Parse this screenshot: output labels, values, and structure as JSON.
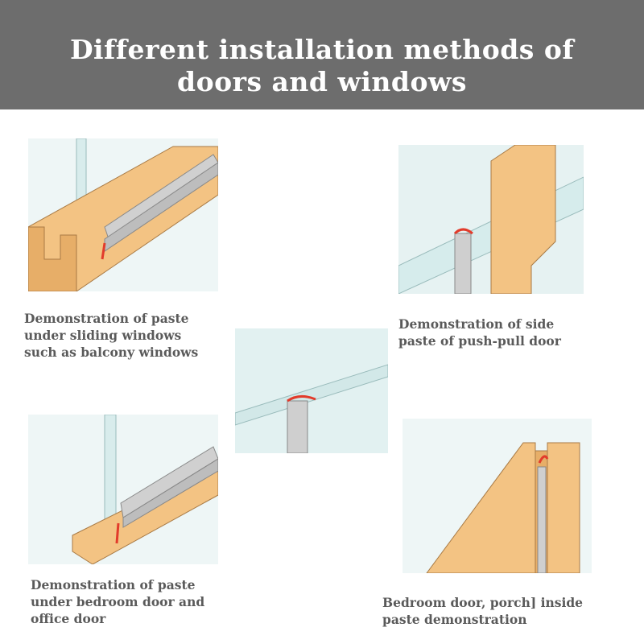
{
  "header": {
    "title_line1": "Different installation methods of",
    "title_line2": "doors and windows"
  },
  "panels": [
    {
      "caption": [
        "Demonstration of paste",
        "under sliding windows",
        "such as balcony windows"
      ]
    },
    {
      "caption": [
        "Demonstration of side",
        "paste of push-pull door"
      ]
    },
    {
      "caption": [
        "Demonstration of paste",
        "under bedroom door and",
        "office door"
      ]
    },
    {
      "caption": [
        "Bedroom door, porch] inside",
        "paste demonstration"
      ]
    }
  ],
  "colors": {
    "header": "#6d6d6d",
    "wood": "#f3c383",
    "glass": "#dcefef",
    "strip": "#cfcfcf",
    "tape": "#e23b2b"
  }
}
